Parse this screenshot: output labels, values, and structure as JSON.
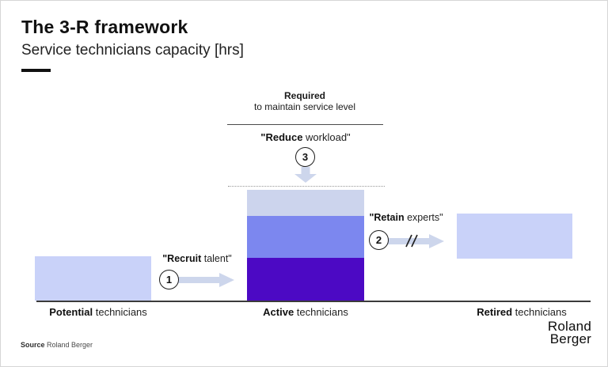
{
  "header": {
    "title": "The 3-R framework",
    "subtitle": "Service technicians capacity [hrs]"
  },
  "requirement": {
    "line1": "Required",
    "line2": "to maintain service level"
  },
  "steps": {
    "reduce": {
      "number": "3",
      "bold": "\"Reduce",
      "rest": " workload\""
    },
    "recruit": {
      "number": "1",
      "bold": "\"Recruit",
      "rest": " talent\""
    },
    "retain": {
      "number": "2",
      "bold": "\"Retain",
      "rest": " experts\""
    }
  },
  "bars": {
    "potential": {
      "bold": "Potential",
      "rest": " technicians"
    },
    "active": {
      "bold": "Active",
      "rest": " technicians"
    },
    "retired": {
      "bold": "Retired",
      "rest": " technicians"
    }
  },
  "footer": {
    "source_label": "Source",
    "source_value": " Roland Berger",
    "logo_line1": "Roland",
    "logo_line2": "Berger"
  },
  "colors": {
    "light_bar": "#c9d2f9",
    "active_top": "#ccd4ed",
    "active_mid": "#7c87ef",
    "active_bottom": "#4c09c4",
    "arrow": "#cdd6ec"
  }
}
